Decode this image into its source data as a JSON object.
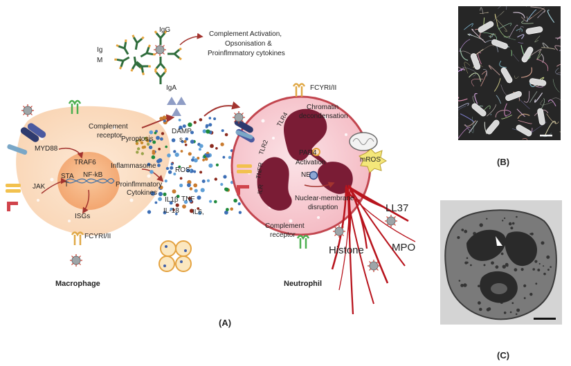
{
  "panel_labels": {
    "a": "(A)",
    "b": "(B)",
    "c": "(C)"
  },
  "antibodies": {
    "igm": "Ig\nM",
    "igm_line1": "Ig",
    "igm_line2": "M",
    "igg": "IgG",
    "iga": "IgA",
    "outcome_line1": "Complement Activation,",
    "outcome_line2": "Opsonisation &",
    "outcome_line3": "Proinflmmatory cytokines"
  },
  "macrophage": {
    "title": "Macrophage",
    "complement_line1": "Complement",
    "complement_line2": "receptor",
    "myd88": "MYD88",
    "traf6": "TRAF6",
    "nfkb": "NF-kB",
    "jak": "JAK",
    "stat": "STA\nT",
    "stat_line1": "STA",
    "stat_line2": "T",
    "isgs": "ISGs",
    "fcyr": "FCYRI/II"
  },
  "cytokines": {
    "pyroptosis": "Pyroptosis",
    "damp_line1": "DAMP",
    "damp_line2": "s",
    "inflammasome": "Inflammasome",
    "ros": "ROS",
    "proinfl_line1": "Proinflmmatory",
    "proinfl_line2": "Cytokines",
    "il1b": "IL1β",
    "tnf": "TNF",
    "il18": "IL-18",
    "il6": "IL6,"
  },
  "neutrophil": {
    "title": "Neutrophil",
    "fcyr": "FCYRI/II",
    "chromatin_line1": "Chromatin",
    "chromatin_line2": "decondensation",
    "tlr4": "TLR4",
    "tlr2": "TLR2",
    "tnfr": "TNFR",
    "ilr": "ILR",
    "pad4_line1": "PAD4",
    "pad4_line2": "Activation",
    "ne": "NE",
    "mros": "mROS",
    "nuclear_line1": "Nuclear-membrane",
    "nuclear_line2": "disruption",
    "complement_line1": "Complement",
    "complement_line2": "receptor",
    "ll37": "LL37",
    "mpo": "MPO",
    "histone": "Histone"
  },
  "colors": {
    "macrophage_fill": "#fbe3cc",
    "nucleus_fill": "#f7b98a",
    "neutrophil_fill": "#f7d0d6",
    "neutrophil_border": "#c2464f",
    "chromatin": "#7a1c35",
    "net_fibers": "#b8141d",
    "arrow": "#a3342f",
    "antibody_green": "#2f6d3c",
    "antibody_orange": "#e3a23a"
  }
}
